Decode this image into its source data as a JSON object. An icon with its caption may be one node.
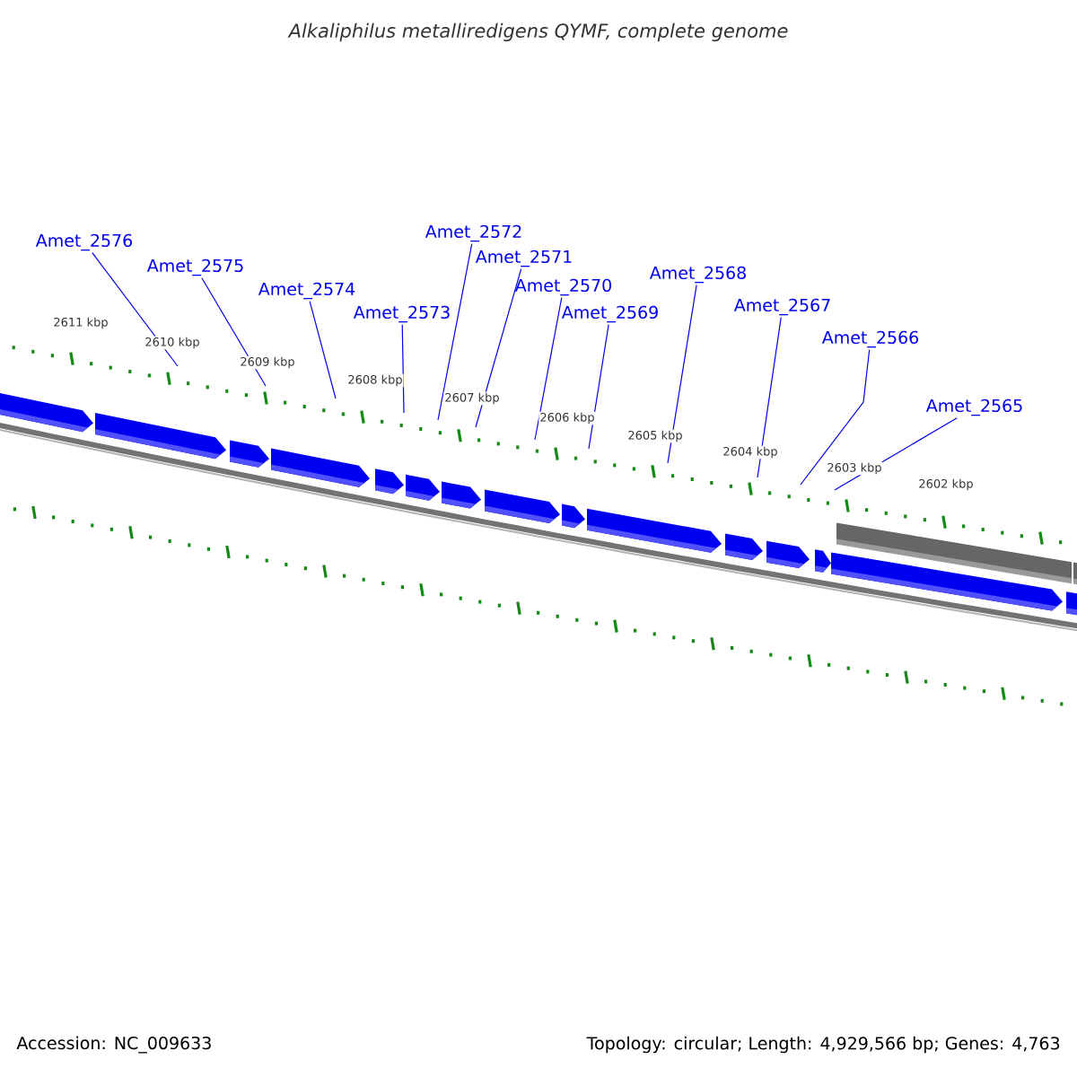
{
  "diagram": {
    "title": "Alkaliphilus metalliredigens QYMF, complete genome",
    "nodes": [
      {
        "text": [
          "Amet_2576"
        ]
      },
      {
        "text": [
          "Amet_2575"
        ]
      },
      {
        "text": [
          "Amet_2574"
        ]
      },
      {
        "text": [
          "Amet_2573"
        ]
      },
      {
        "text": [
          "Amet_2572"
        ]
      },
      {
        "text": [
          "Amet_2571"
        ]
      },
      {
        "text": [
          "Amet_2570"
        ]
      },
      {
        "text": [
          "Amet_2569"
        ]
      },
      {
        "text": [
          "Amet_2568"
        ]
      },
      {
        "text": [
          "Amet_2567"
        ]
      },
      {
        "text": [
          "Amet_2566"
        ]
      },
      {
        "text": [
          "Amet_2565"
        ]
      }
    ],
    "edges": [
      {
        "from": 0,
        "to": null,
        "arrow": "none"
      },
      {
        "from": 1,
        "to": null,
        "arrow": "none"
      },
      {
        "from": 2,
        "to": null,
        "arrow": "none"
      },
      {
        "from": 3,
        "to": null,
        "arrow": "none"
      },
      {
        "from": 4,
        "to": null,
        "arrow": "none"
      },
      {
        "from": 5,
        "to": null,
        "arrow": "none"
      },
      {
        "from": 6,
        "to": null,
        "arrow": "none"
      },
      {
        "from": 7,
        "to": null,
        "arrow": "none"
      },
      {
        "from": 8,
        "to": null,
        "arrow": "none"
      },
      {
        "from": 9,
        "to": null,
        "arrow": "none"
      },
      {
        "from": 10,
        "to": null,
        "arrow": "none"
      },
      {
        "from": 11,
        "to": null,
        "arrow": "none"
      }
    ],
    "labels": [
      "2611 kbp",
      "2610 kbp",
      "2609 kbp",
      "2608 kbp",
      "2607 kbp",
      "2606 kbp",
      "2605 kbp",
      "2604 kbp",
      "2603 kbp",
      "2602 kbp",
      "Accession: NC_009633",
      "Topology: circular; Length: 4,929,566 bp; Genes: 4,763"
    ]
  }
}
